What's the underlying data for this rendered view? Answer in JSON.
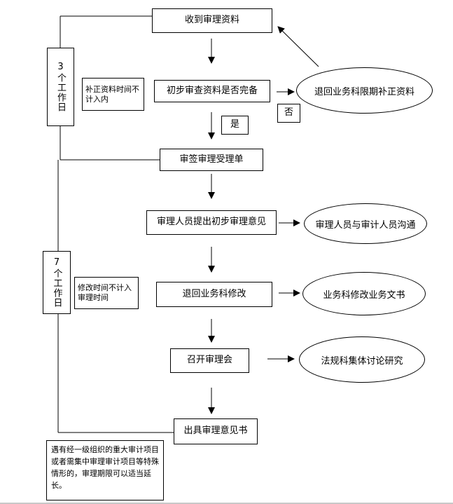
{
  "flow": {
    "receive_materials": "收到审理资料",
    "preliminary_review": "初步审查资料是否完备",
    "return_supplement": "退回业务科限期补正资料",
    "no_label": "否",
    "yes_label": "是",
    "supplement_note": "补正资料时间不计入内",
    "sign_acceptance": "审签审理受理单",
    "initial_opinion": "审理人员提出初步审理意见",
    "communicate_auditors": "审理人员与审计人员沟通",
    "modify_note": "修改时间不计入审理时间",
    "return_modify": "退回业务科修改",
    "business_modify_docs": "业务科修改业务文书",
    "hold_meeting": "召开审理会",
    "legal_discussion": "法规科集体讨论研究",
    "issue_opinion": "出具审理意见书",
    "extension_note": "遇有经一级组织的重大审计项目或者需集中审理审计项目等特殊情形的，审理期限可以适当延长。",
    "days_3_label": "3个工作日",
    "days_7_label": "7个工作日"
  }
}
